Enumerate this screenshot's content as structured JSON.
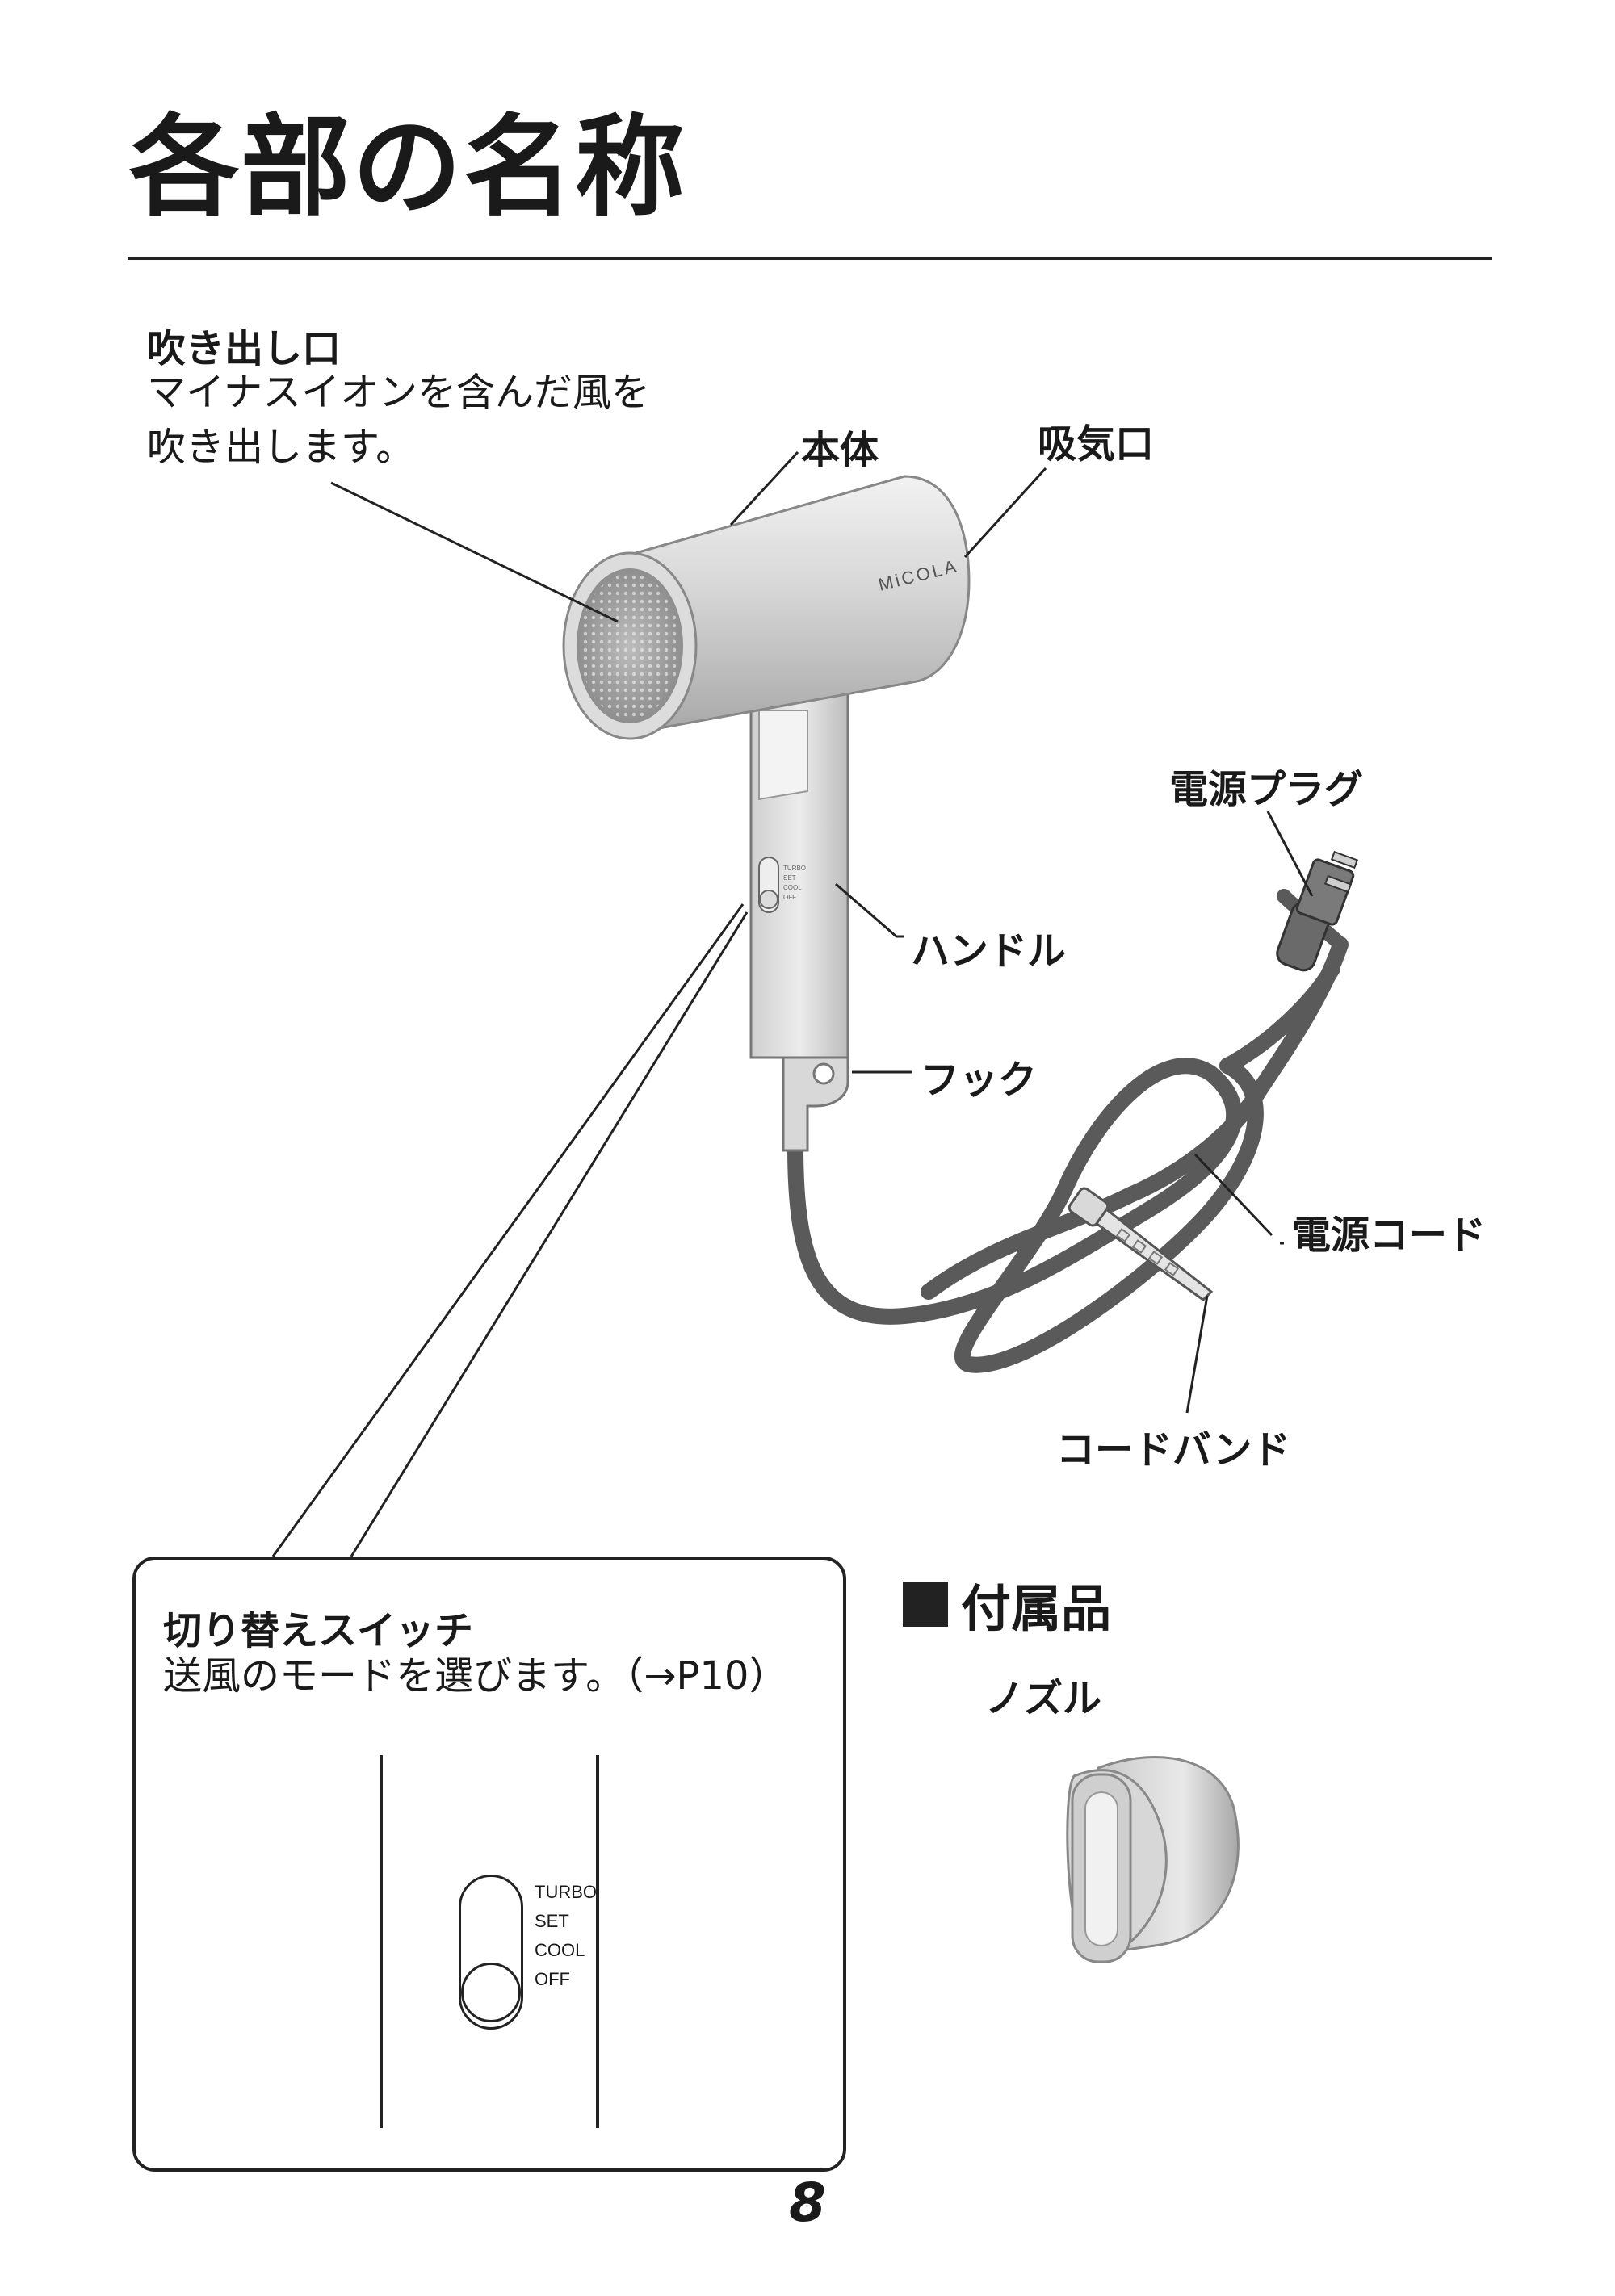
{
  "page": {
    "title": "各部の名称",
    "page_number": "8"
  },
  "labels": {
    "outlet": {
      "name": "吹き出し口",
      "desc_line1": "マイナスイオンを含んだ風を",
      "desc_line2": "吹き出します。"
    },
    "body": "本体",
    "intake": "吸気口",
    "plug": "電源プラグ",
    "handle": "ハンドル",
    "hook": "フック",
    "cord": "電源コード",
    "cord_band": "コードバンド"
  },
  "switch_panel": {
    "name": "切り替えスイッチ",
    "desc": "送風のモードを選びます。（→P10）",
    "modes": [
      "TURBO",
      "SET",
      "COOL",
      "OFF"
    ]
  },
  "accessories": {
    "heading": "付属品",
    "nozzle": "ノズル"
  },
  "product": {
    "brand": "MiCOLA"
  }
}
